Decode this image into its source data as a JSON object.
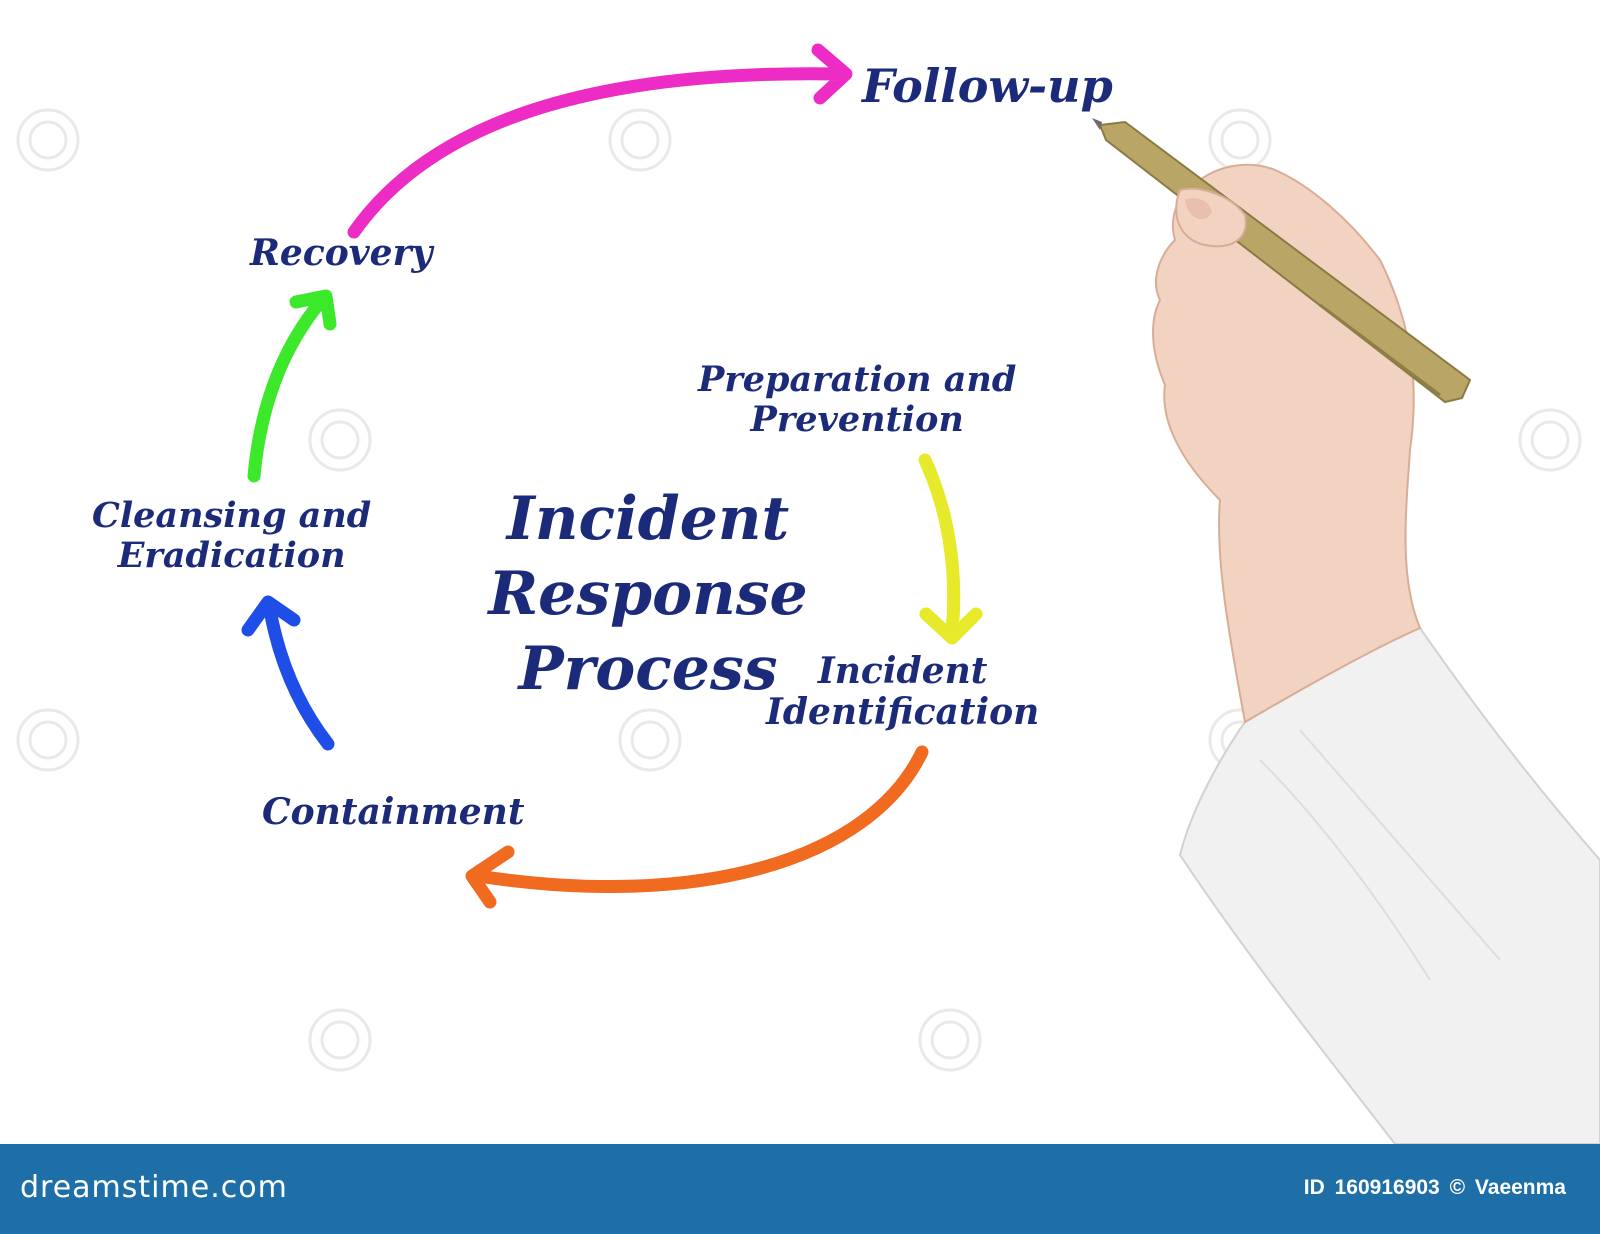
{
  "diagram": {
    "title_lines": [
      "Incident",
      "Response",
      "Process"
    ],
    "steps": {
      "preparation": [
        "Preparation and",
        "Prevention"
      ],
      "identification": [
        "Incident",
        "Identification"
      ],
      "containment": "Containment",
      "cleansing": [
        "Cleansing and",
        "Eradication"
      ],
      "recovery": "Recovery",
      "followup": "Follow-up"
    },
    "arrow_colors": {
      "preparation_to_identification": "#e6ea2a",
      "identification_to_containment": "#f06a20",
      "containment_to_cleansing": "#1e4de8",
      "cleansing_to_recovery": "#3ce82a",
      "recovery_to_followup": "#ec2cc4"
    },
    "text_color": "#1c2a7a"
  },
  "footer": {
    "brand": "dreamstime.com",
    "id_label": "ID",
    "id_value": "160916903",
    "copyright_symbol": "©",
    "author": "Vaeenma",
    "background": "#1e6fa8"
  }
}
